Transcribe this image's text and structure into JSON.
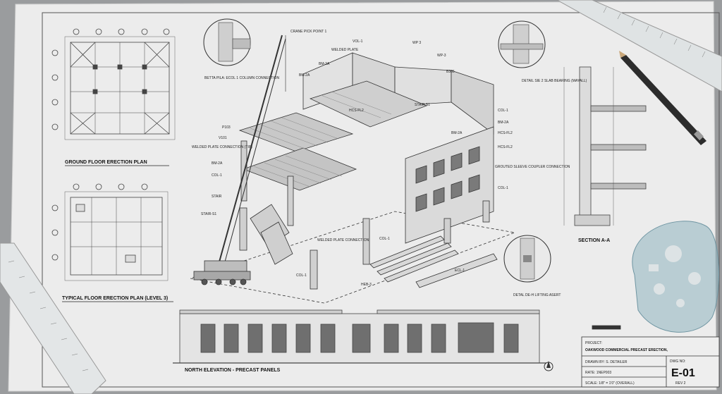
{
  "sheet": {
    "plans": {
      "ground_floor_title": "GROUND FLOOR ERECTION PLAN",
      "typical_floor_title": "TYPICAL FLOOR ERECTION PLAN (LEVEL 3)",
      "north_elevation_title": "NORTH ELEVATION - PRECAST PANELS",
      "section_title": "SECTION A-A"
    },
    "details": {
      "beam_to_column": "BETTA PILA: ECOL 1 COLUMN CONNECTION",
      "slab_bearing": "DETAIL SIE 2 SLAB BEARING (MAYALL)",
      "lifting_insert": "DETAL DE-H LIFTING ASERT"
    },
    "callouts": {
      "crane_pick_point": "CRANE PICK POINT 1",
      "welded_plate_top": "WELDED PLATE",
      "welded_plate_conn": "WELDED PLATE CONNECTION (TIP)",
      "welded_plate_conn2": "WELDED PLATE CONNECTION",
      "grouted_sleeve": "GROUTED SLEEVE COUPLER CONNECTION",
      "col1_a": "COL-1",
      "col1_b": "COL-1",
      "col1_c": "COL-1",
      "col1_d": "COL-1",
      "col1_e": "COL-1",
      "ecol1": "ECL-1",
      "bm2a_a": "BM-2A",
      "bm2a_b": "BM-2A",
      "bm2a_c": "BM-2A",
      "bm2a_d": "BM-2A",
      "bm2a_e": "BM-2A",
      "hcs_a": "HCS-FL2",
      "hcs_b": "HCS-FL2",
      "hcs_c": "HCS-FL2",
      "wp3_a": "WP 3",
      "wp3_b": "WP-3",
      "stair_s1": "STAIR S1",
      "stair": "STAIR",
      "stair_s1b": "STAIR-S1",
      "p103": "P103",
      "v101": "V101",
      "vol1": "VOL-1",
      "b305": "B305",
      "hbf3": "HEB-3"
    },
    "title_block": {
      "project_label": "PROJECT:",
      "project_name": "OAKWOOD COMMERCIAL PRECAST ERECTION,",
      "drawn_by": "DRAWN BY: S. DETAILER",
      "date": "RATE: 1NEP003",
      "scale": "SCALE: 1/8\" = 1'0\" (OVERALL)",
      "dwg_no_label": "DWG NO:",
      "dwg_no": "E-01",
      "rev": "REV 2"
    }
  },
  "colors": {
    "paper": "#eceded",
    "ink": "#333333",
    "desk": "#9a9c9e",
    "template_tint": "#8fb4c0"
  },
  "icons": [
    "pencil-icon",
    "scale-ruler-icon",
    "drafting-template-icon",
    "mobile-crane-icon",
    "north-arrow-icon"
  ]
}
